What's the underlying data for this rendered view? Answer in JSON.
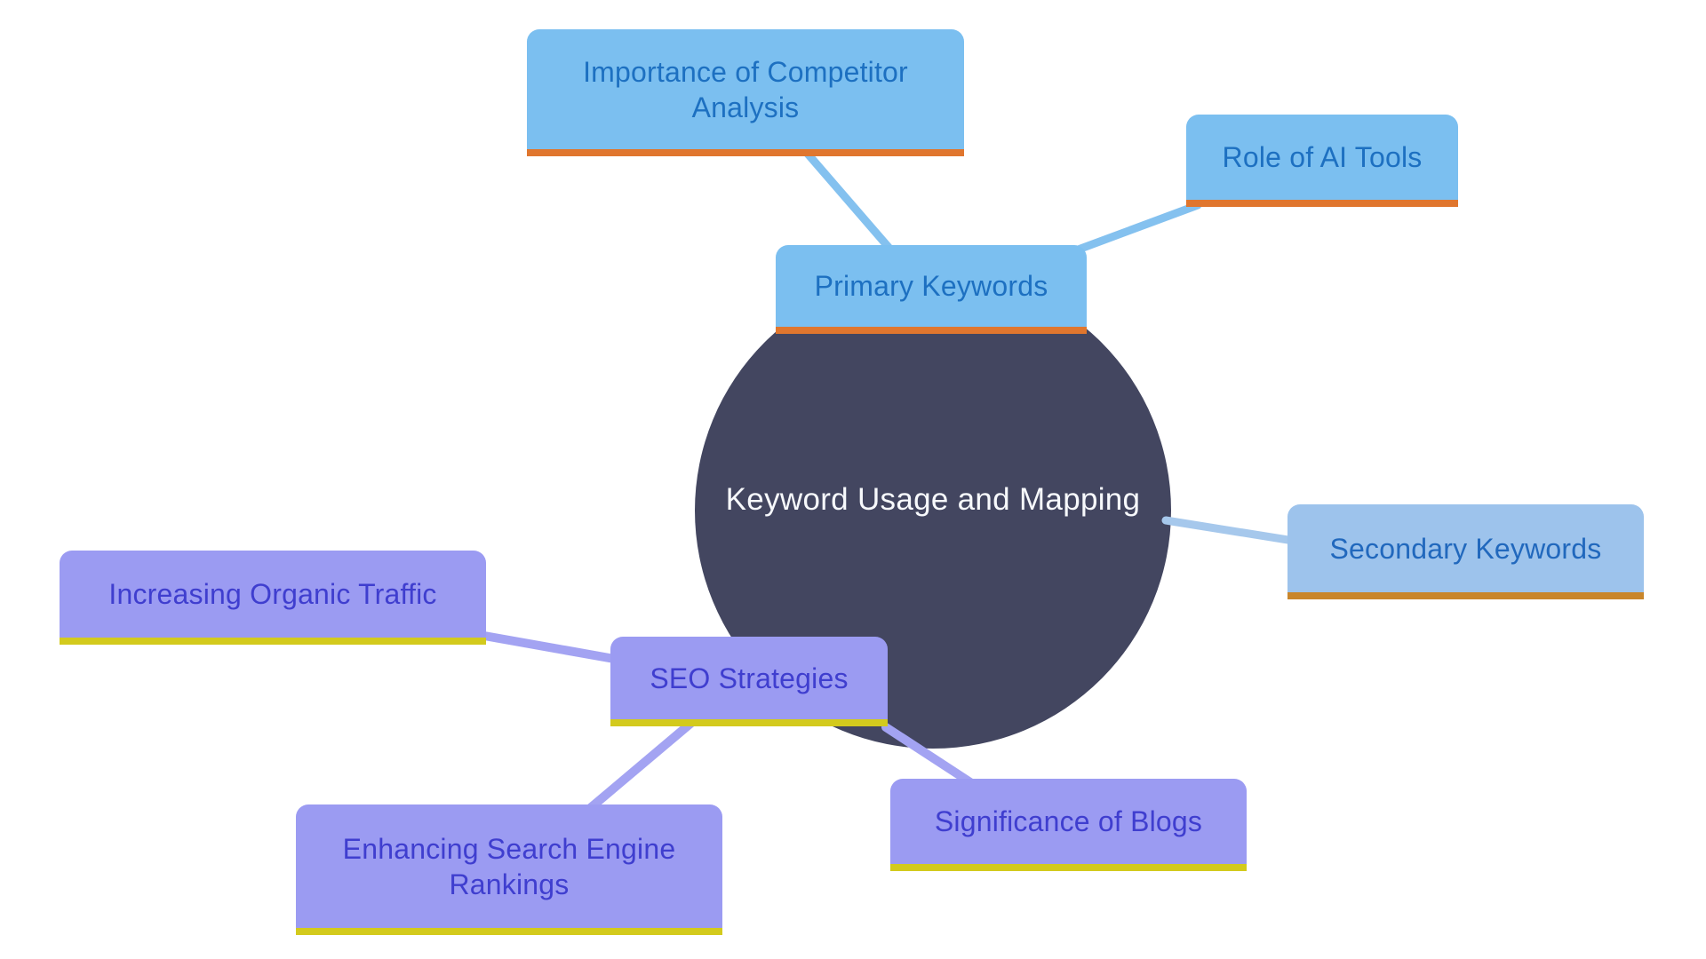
{
  "diagram": {
    "type": "mindmap",
    "background_color": "#ffffff",
    "center": {
      "label": "Keyword Usage and Mapping",
      "fill": "#434660",
      "text_color": "#f7f9fc"
    },
    "nodes": [
      {
        "id": "importance-of-competitor-analysis",
        "label": "Importance of Competitor Analysis",
        "fill": "#7bbff0",
        "underline_color": "#e0762e",
        "text_color": "#1d70c1"
      },
      {
        "id": "role-of-ai-tools",
        "label": "Role of AI Tools",
        "fill": "#7bbff0",
        "underline_color": "#e0762e",
        "text_color": "#1d70c1"
      },
      {
        "id": "primary-keywords",
        "label": "Primary Keywords",
        "fill": "#7bbff0",
        "underline_color": "#e0762e",
        "text_color": "#1d70c1"
      },
      {
        "id": "secondary-keywords",
        "label": "Secondary Keywords",
        "fill": "#9dc3ec",
        "underline_color": "#c9862c",
        "text_color": "#2168bd"
      },
      {
        "id": "increasing-organic-traffic",
        "label": "Increasing Organic Traffic",
        "fill": "#9b9bf2",
        "underline_color": "#d3ca1d",
        "text_color": "#3f3ecf"
      },
      {
        "id": "seo-strategies",
        "label": "SEO Strategies",
        "fill": "#9b9bf2",
        "underline_color": "#d3ca1d",
        "text_color": "#3f3ecf"
      },
      {
        "id": "enhancing-search-engine-rankings",
        "label": "Enhancing Search Engine Rankings",
        "fill": "#9b9bf2",
        "underline_color": "#d3ca1d",
        "text_color": "#3f3ecf"
      },
      {
        "id": "significance-of-blogs",
        "label": "Significance of Blogs",
        "fill": "#9b9bf2",
        "underline_color": "#d3ca1d",
        "text_color": "#3f3ecf"
      }
    ],
    "edges": [
      {
        "from": "importance-of-competitor-analysis",
        "to": "primary-keywords",
        "color": "#84c1ef"
      },
      {
        "from": "role-of-ai-tools",
        "to": "primary-keywords",
        "color": "#84c1ef"
      },
      {
        "from": "center",
        "to": "secondary-keywords",
        "color": "#a6c8ec"
      },
      {
        "from": "increasing-organic-traffic",
        "to": "seo-strategies",
        "color": "#a3a3f2"
      },
      {
        "from": "seo-strategies",
        "to": "enhancing-search-engine-rankings",
        "color": "#a3a3f2"
      },
      {
        "from": "seo-strategies",
        "to": "significance-of-blogs",
        "color": "#a3a3f2"
      }
    ]
  }
}
